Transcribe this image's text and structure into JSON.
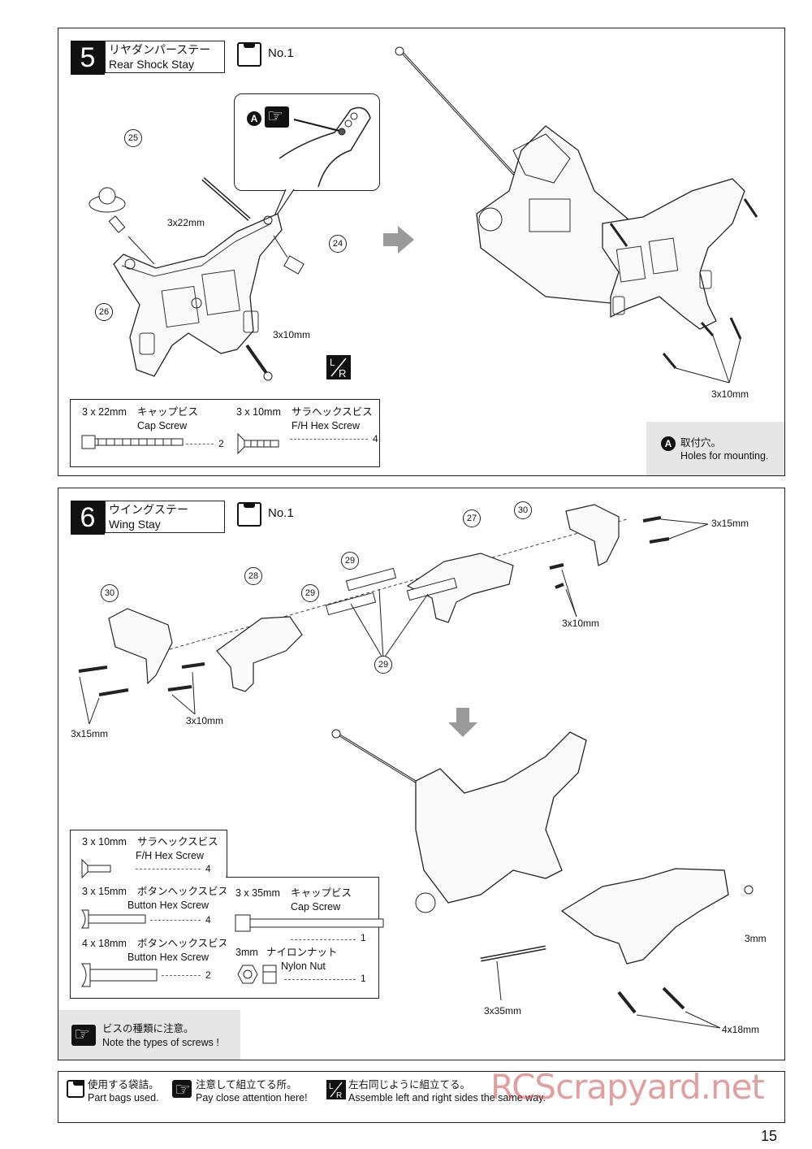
{
  "step5": {
    "number": "5",
    "title_jp": "リヤダンパーステー",
    "title_en": "Rear Shock Stay",
    "bag": "No.1",
    "part_refs": [
      "25",
      "24",
      "26"
    ],
    "labels": {
      "screw_22": "3x22mm",
      "screw_10": "3x10mm",
      "screw_10_right": "3x10mm"
    },
    "callout_badge": "A",
    "lr_icon": "L/R",
    "parts": [
      {
        "size": "3 x 22mm",
        "name_jp": "キャップビス",
        "name_en": "Cap Screw",
        "qty": "2"
      },
      {
        "size": "3 x 10mm",
        "name_jp": "サラヘックスビス",
        "name_en": "F/H Hex Screw",
        "qty": "4"
      }
    ],
    "note": {
      "badge": "A",
      "jp": "取付穴。",
      "en": "Holes for mounting."
    }
  },
  "step6": {
    "number": "6",
    "title_jp": "ウイングステー",
    "title_en": "Wing Stay",
    "bag": "No.1",
    "part_refs": {
      "r27": "27",
      "r28": "28",
      "r29a": "29",
      "r29b": "29",
      "r29c": "29",
      "r30a": "30",
      "r30b": "30"
    },
    "labels": {
      "s15_top": "3x15mm",
      "s10_right": "3x10mm",
      "s10_left": "3x10mm",
      "s15_left": "3x15mm",
      "nut": "3mm",
      "s35": "3x35mm",
      "s418": "4x18mm"
    },
    "parts_left": [
      {
        "size": "3 x 10mm",
        "name_jp": "サラヘックスビス",
        "name_en": "F/H Hex Screw",
        "qty": "4"
      },
      {
        "size": "3 x 15mm",
        "name_jp": "ボタンヘックスビス",
        "name_en": "Button Hex Screw",
        "qty": "4"
      },
      {
        "size": "4 x 18mm",
        "name_jp": "ボタンヘックスビス",
        "name_en": "Button Hex Screw",
        "qty": "2"
      }
    ],
    "parts_right": [
      {
        "size": "3 x 35mm",
        "name_jp": "キャップビス",
        "name_en": "Cap Screw",
        "qty": "1"
      },
      {
        "size": "3mm",
        "name_jp": "ナイロンナット",
        "name_en": "Nylon Nut",
        "qty": "1"
      }
    ],
    "note": {
      "jp": "ビスの種類に注意。",
      "en": "Note the types of screws !"
    }
  },
  "legend": [
    {
      "icon": "bag-icon",
      "jp": "使用する袋詰。",
      "en": "Part bags used."
    },
    {
      "icon": "pointing-hand-icon",
      "jp": "注意して組立てる所。",
      "en": "Pay close attention here!"
    },
    {
      "icon": "lr-icon",
      "jp": "左右同じように組立てる。",
      "en": "Assemble left and right sides the same way."
    }
  ],
  "watermark": "RCScrapyard.net",
  "page_number": "15"
}
